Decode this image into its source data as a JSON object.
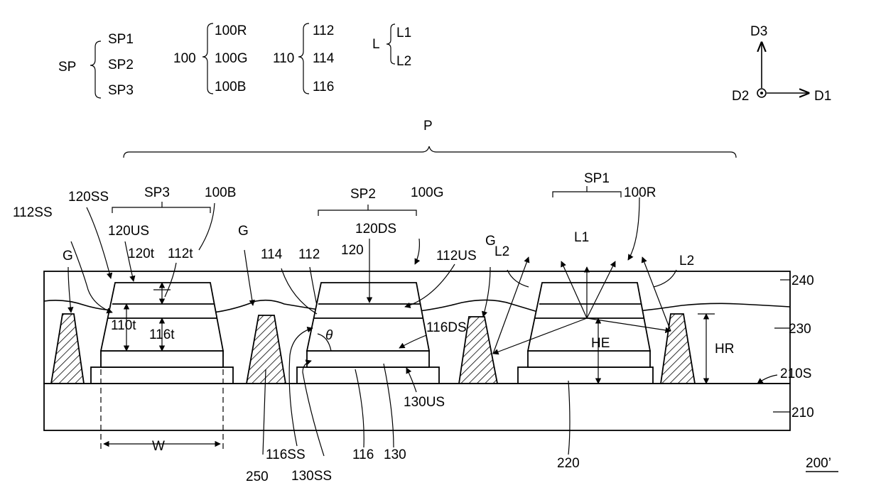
{
  "legend": {
    "sp": {
      "label": "SP",
      "items": [
        "SP1",
        "SP2",
        "SP3"
      ]
    },
    "n100": {
      "label": "100",
      "items": [
        "100R",
        "100G",
        "100B"
      ]
    },
    "n110": {
      "label": "110",
      "items": [
        "112",
        "114",
        "116"
      ]
    },
    "l": {
      "label": "L",
      "items": [
        "L1",
        "L2"
      ]
    }
  },
  "axes": {
    "d1": "D1",
    "d2": "D2",
    "d3": "D3"
  },
  "labels": {
    "p": "P",
    "sp1": "SP1",
    "sp2": "SP2",
    "sp3": "SP3",
    "n100r": "100R",
    "n100g": "100G",
    "n100b": "100B",
    "n112ss": "112SS",
    "n120ss": "120SS",
    "n120us": "120US",
    "n120t": "120t",
    "n112t": "112t",
    "n110t": "110t",
    "n116t": "116t",
    "g1": "G",
    "g2": "G",
    "g3": "G",
    "n114": "114",
    "n112": "112",
    "n120": "120",
    "n120ds": "120DS",
    "n112us": "112US",
    "n116ds": "116DS",
    "theta": "θ",
    "l1": "L1",
    "l2a": "L2",
    "l2b": "L2",
    "he": "HE",
    "hr": "HR",
    "n240": "240",
    "n230": "230",
    "n210s": "210S",
    "n210": "210",
    "n130us": "130US",
    "w": "W",
    "n250": "250",
    "n116ss": "116SS",
    "n130ss": "130SS",
    "n116": "116",
    "n130": "130",
    "n220": "220",
    "fig": "200’"
  }
}
